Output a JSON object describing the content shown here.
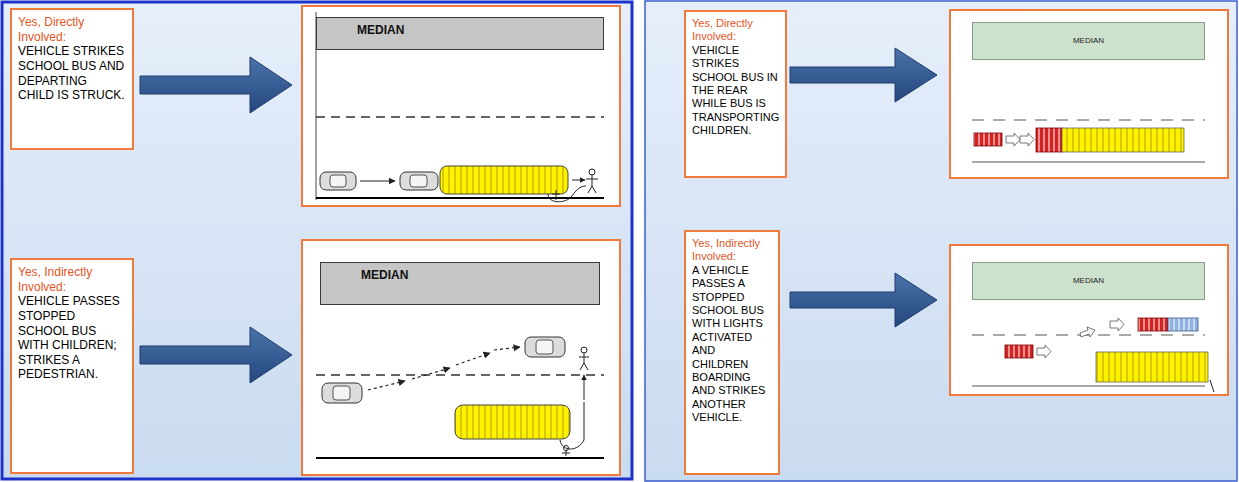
{
  "diagram": {
    "nodes": [
      {
        "text": [
          "Yes, Directly Involved:",
          "VEHICLE STRIKES SCHOOL BUS AND DEPARTING CHILD IS STRUCK."
        ]
      },
      {
        "text": [
          "MEDIAN"
        ]
      },
      {
        "text": [
          "Yes, Indirectly Involved:",
          "VEHICLE PASSES STOPPED SCHOOL BUS WITH CHILDREN; STRIKES A PEDESTRIAN."
        ]
      },
      {
        "text": [
          "MEDIAN"
        ]
      },
      {
        "text": [
          "Yes, Directly Involved:",
          "VEHICLE STRIKES SCHOOL BUS IN THE REAR WHILE BUS IS TRANSPORTING CHILDREN."
        ]
      },
      {
        "text": [
          "MEDIAN"
        ]
      },
      {
        "text": [
          "Yes, Indirectly Involved:",
          "A VEHICLE PASSES A STOPPED SCHOOL BUS WITH LIGHTS ACTIVATED AND CHILDREN BOARDING AND STRIKES ANOTHER VEHICLE."
        ]
      },
      {
        "text": [
          "MEDIAN"
        ]
      }
    ]
  }
}
